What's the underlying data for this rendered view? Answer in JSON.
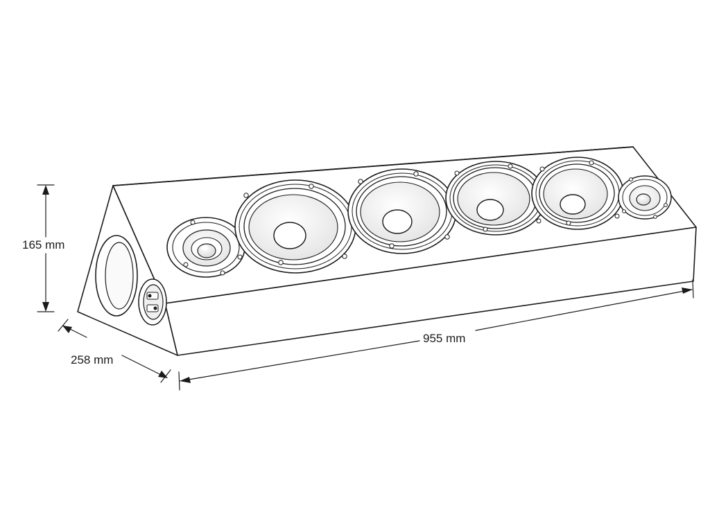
{
  "dimensions": {
    "height": "165 mm",
    "depth": "258 mm",
    "width": "955 mm"
  },
  "colors": {
    "background": "#ffffff",
    "line": "#1a1a1a",
    "face_shading": "#f4f4f4",
    "cone_shading": "#e8e8e8"
  }
}
